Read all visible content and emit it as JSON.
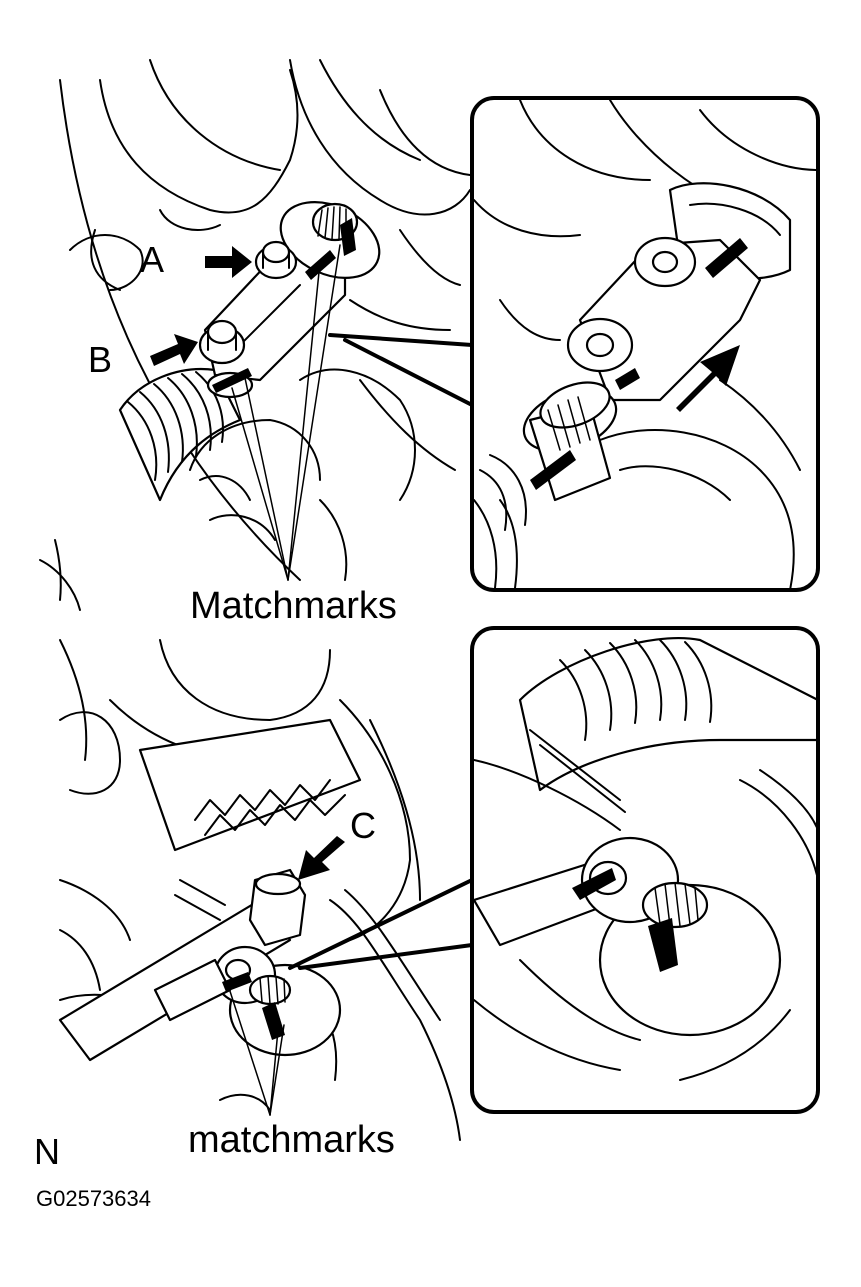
{
  "labels": {
    "a": "A",
    "b": "B",
    "c": "C",
    "matchmarks_upper": "Matchmarks",
    "matchmarks_lower": "matchmarks",
    "view_letter": "N",
    "figure_code": "G02573634"
  },
  "colors": {
    "ink": "#000000",
    "paper": "#ffffff"
  }
}
